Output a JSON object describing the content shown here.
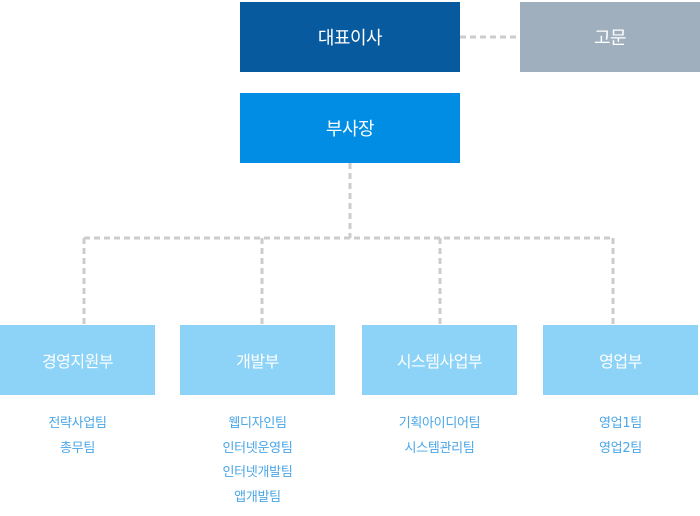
{
  "ceo": "대표이사",
  "advisor": "고문",
  "vp": "부사장",
  "departments": [
    {
      "name": "경영지원부",
      "teams": [
        "전략사업팀",
        "총무팀"
      ]
    },
    {
      "name": "개발부",
      "teams": [
        "웹디자인팀",
        "인터넷운영팀",
        "인터넷개발팀",
        "앱개발팀"
      ]
    },
    {
      "name": "시스템사업부",
      "teams": [
        "기획아이디어팀",
        "시스템관리팀"
      ]
    },
    {
      "name": "영업부",
      "teams": [
        "영업1팀",
        "영업2팀"
      ]
    }
  ],
  "colors": {
    "ceo": "#085a9f",
    "advisor": "#9fafbe",
    "vp": "#008de3",
    "department": "#8cd3f7",
    "team_text": "#4aa6e8",
    "connector": "#cccccc"
  }
}
